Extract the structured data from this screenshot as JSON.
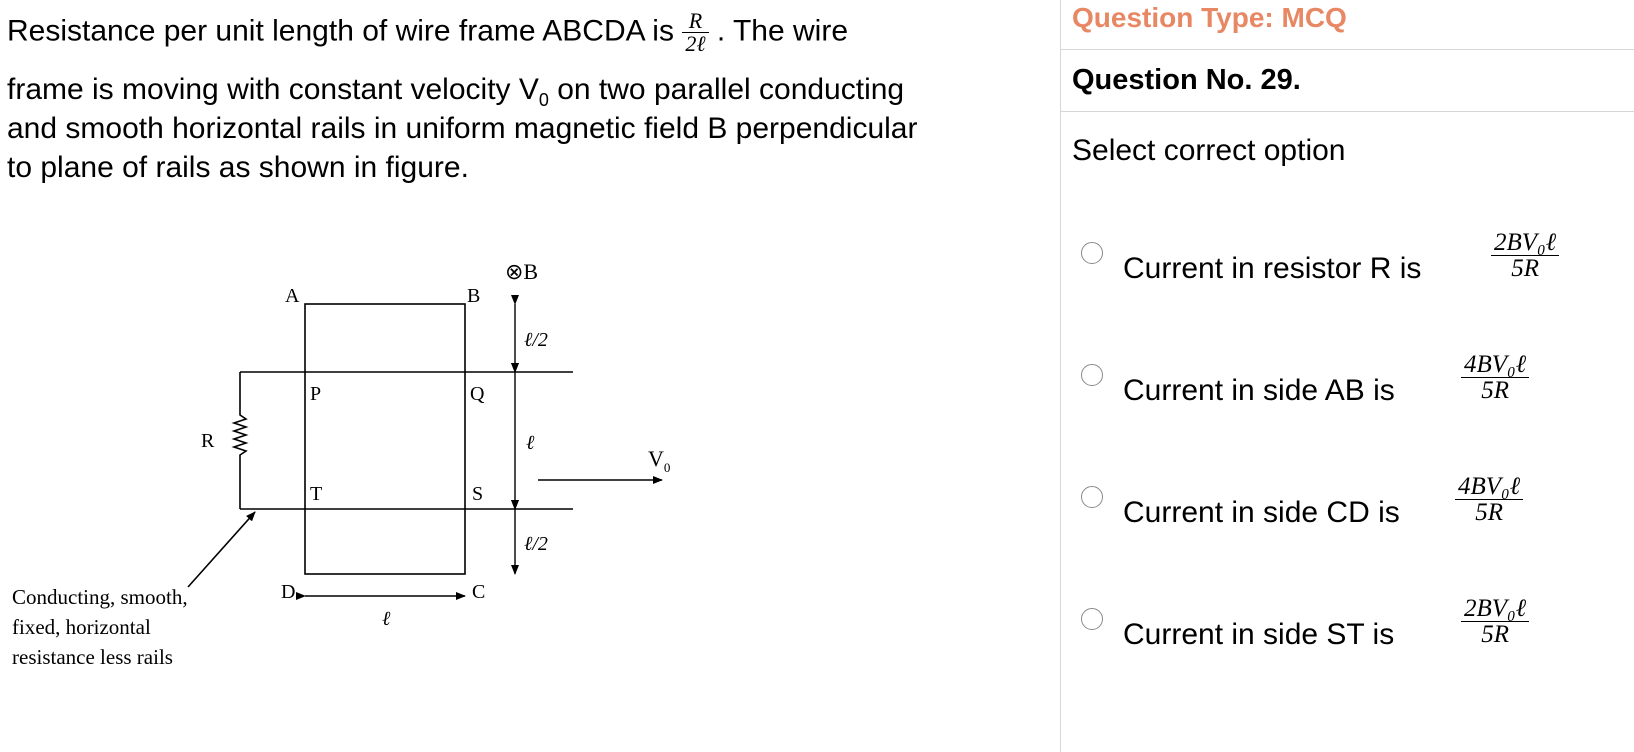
{
  "question": {
    "line1_pre": "Resistance per unit length of wire frame ABCDA is",
    "line1_frac_num": "R",
    "line1_frac_den": "2ℓ",
    "line1_post": ". The wire",
    "line2_pre": "frame is moving with constant velocity V",
    "line2_sub": "0",
    "line2_post": " on two parallel conducting",
    "line3": "and smooth horizontal rails in uniform magnetic field B perpendicular",
    "line4": "to plane of rails as shown in figure."
  },
  "figure": {
    "field_label": "⊗B",
    "corner_a": "A",
    "corner_b": "B",
    "corner_c": "C",
    "corner_d": "D",
    "point_p": "P",
    "point_q": "Q",
    "point_t": "T",
    "point_s": "S",
    "resistor_label": "R",
    "dim_top": "ℓ/2",
    "dim_middle": "ℓ",
    "dim_bottom": "ℓ/2",
    "dim_width": "ℓ",
    "velocity_label": "V",
    "velocity_sub": "0",
    "rails_caption_1": "Conducting, smooth,",
    "rails_caption_2": "fixed, horizontal",
    "rails_caption_3": "resistance less rails"
  },
  "sidebar": {
    "question_type": "Question Type: MCQ",
    "question_no": "Question No. 29.",
    "instruction": "Select correct option",
    "accent_color": "#e88763"
  },
  "options": [
    {
      "label": "Current in resistor R is",
      "num": "2BV₀ℓ",
      "den": "5R"
    },
    {
      "label": "Current in side AB is",
      "num": "4BV₀ℓ",
      "den": "5R"
    },
    {
      "label": "Current in side CD is",
      "num": "4BV₀ℓ",
      "den": "5R"
    },
    {
      "label": "Current in side ST is",
      "num": "2BV₀ℓ",
      "den": "5R"
    }
  ]
}
